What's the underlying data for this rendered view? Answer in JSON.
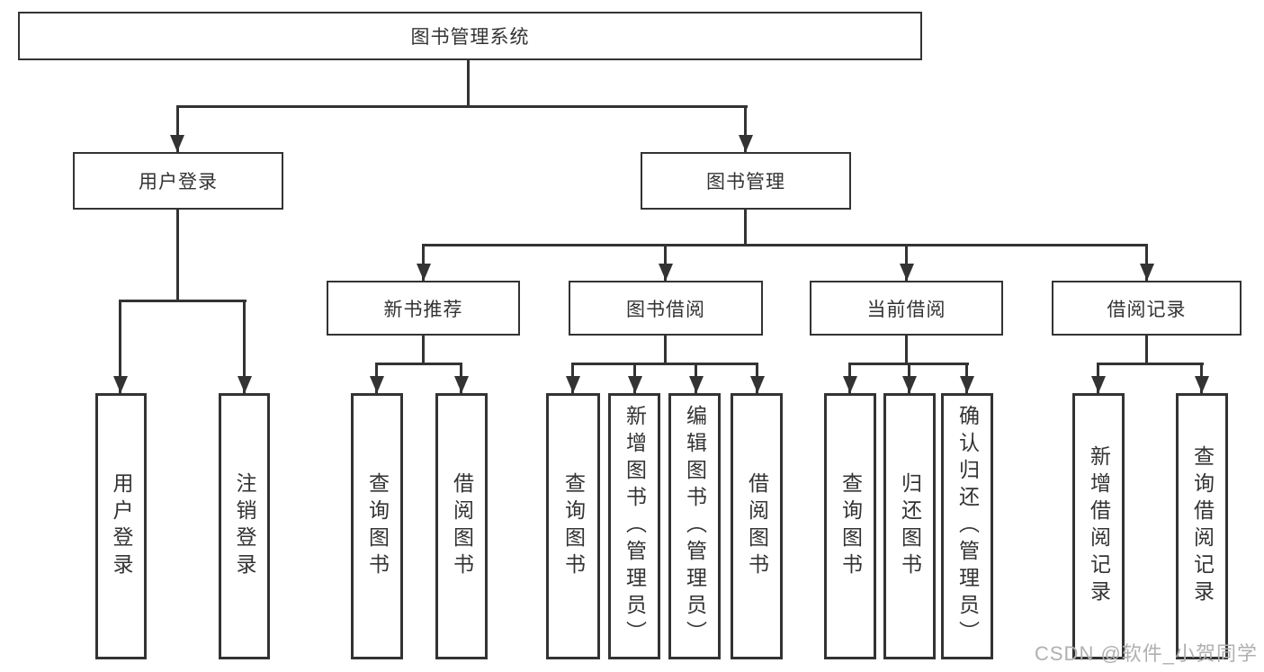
{
  "tree": {
    "root": {
      "label": "图书管理系统",
      "children": [
        {
          "label": "用户登录",
          "children": [
            {
              "label": "用户登录"
            },
            {
              "label": "注销登录"
            }
          ]
        },
        {
          "label": "图书管理",
          "children": [
            {
              "label": "新书推荐",
              "children": [
                {
                  "label": "查询图书"
                },
                {
                  "label": "借阅图书"
                }
              ]
            },
            {
              "label": "图书借阅",
              "children": [
                {
                  "label": "查询图书"
                },
                {
                  "label": "新增图书（管理员）"
                },
                {
                  "label": "编辑图书（管理员）"
                },
                {
                  "label": "借阅图书"
                }
              ]
            },
            {
              "label": "当前借阅",
              "children": [
                {
                  "label": "查询图书"
                },
                {
                  "label": "归还图书"
                },
                {
                  "label": "确认归还（管理员）"
                }
              ]
            },
            {
              "label": "借阅记录",
              "children": [
                {
                  "label": "新增借阅记录"
                },
                {
                  "label": "查询借阅记录"
                }
              ]
            }
          ]
        }
      ]
    }
  },
  "watermark": {
    "text": "CSDN @软件_小贺同学"
  },
  "colors": {
    "line": "#333333",
    "text": "#333333",
    "watermark": "#b0b0b0",
    "background": "#ffffff"
  }
}
